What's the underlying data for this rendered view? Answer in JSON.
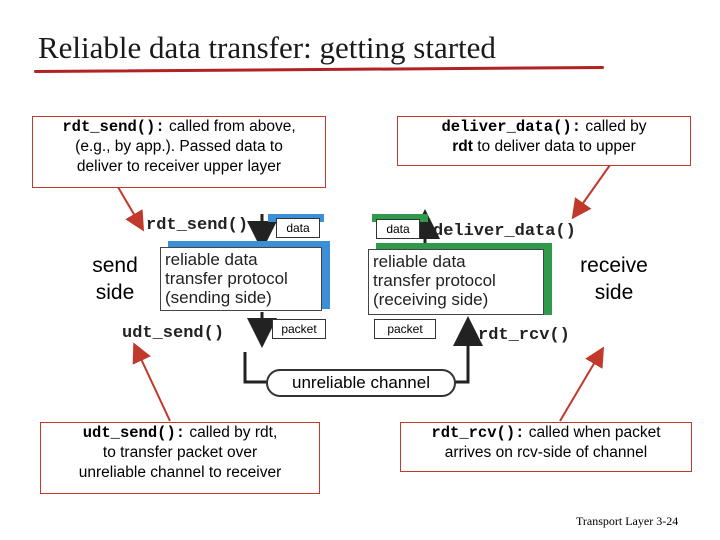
{
  "title": "Reliable data transfer: getting started",
  "callouts": {
    "rdt_send": {
      "code": "rdt_send():",
      "line1": " called from above,",
      "line2": "(e.g., by app.). Passed data to",
      "line3": "deliver to receiver upper layer"
    },
    "deliver_data": {
      "code": "deliver_data():",
      "line1": " called by",
      "bold": "rdt",
      "line2": " to deliver data to upper"
    },
    "udt_send": {
      "code": "udt_send():",
      "line1": " called by rdt,",
      "line2": "to transfer packet over",
      "line3": "unreliable channel to receiver"
    },
    "rdt_rcv": {
      "code": "rdt_rcv():",
      "line1": " called when packet",
      "line2": "arrives on rcv-side of channel"
    }
  },
  "diagram": {
    "send_label": [
      "send",
      "side"
    ],
    "receive_label": [
      "receive",
      "side"
    ],
    "rdt_send_api": "rdt_send()",
    "udt_send_api": "udt_send()",
    "deliver_data_api": "deliver_data()",
    "rdt_rcv_api": "rdt_rcv()",
    "data_label": "data",
    "packet_label": "packet",
    "sender_protocol": [
      "reliable data",
      "transfer protocol",
      "(sending side)"
    ],
    "receiver_protocol": [
      "reliable data",
      "transfer protocol",
      "(receiving side)"
    ],
    "channel": "unreliable channel"
  },
  "colors": {
    "title_underline": "#b22222",
    "callout_border": "#c0392b",
    "arrow": "#c0392b",
    "sender_fill": "#3a8fd6",
    "receiver_fill": "#2e9a4a"
  },
  "footer": {
    "text": "Transport Layer",
    "page": "3-24"
  }
}
